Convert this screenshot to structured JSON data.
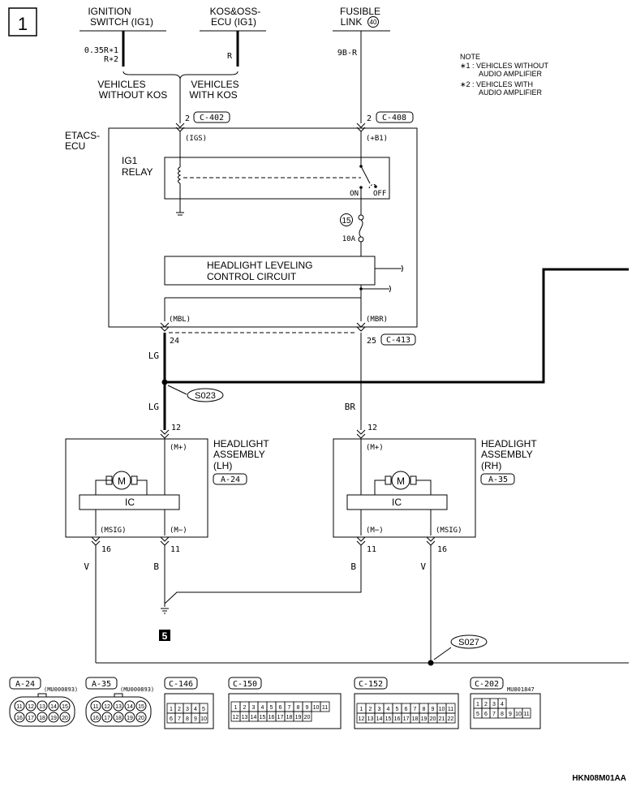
{
  "page_number": "1",
  "ground_number": "5",
  "figure_code": "HKN08M01AA",
  "sources": {
    "ig_switch": [
      "IGNITION",
      "SWITCH (IG1)"
    ],
    "kos_ecu": [
      "KOS&OSS-",
      "ECU (IG1)"
    ],
    "fusible_link": [
      "FUSIBLE",
      "LINK"
    ],
    "fusible_link_no": "40"
  },
  "wire_labels": {
    "ig_wire_1": "0.35R∗1",
    "ig_wire_2": "R∗2",
    "kos_wire": "R",
    "fusible_wire": "9B-R",
    "lg_upper": "LG",
    "lg_lower": "LG",
    "br": "BR",
    "v_left": "V",
    "b_left": "B",
    "b_right": "B",
    "v_right": "V"
  },
  "variants": {
    "without_kos": [
      "VEHICLES",
      "WITHOUT KOS"
    ],
    "with_kos": [
      "VEHICLES",
      "WITH KOS"
    ]
  },
  "note": {
    "title": "NOTE",
    "lines": [
      "∗1 : VEHICLES WITHOUT",
      "AUDIO AMPLIFIER",
      "∗2 : VEHICLES WITH",
      "AUDIO AMPLIFIER"
    ]
  },
  "etacs": {
    "name": [
      "ETACS-",
      "ECU"
    ],
    "pin_igs": "2",
    "conn_igs": "C-402",
    "term_igs": "(IGS)",
    "pin_b1": "2",
    "conn_b1": "C-408",
    "term_b1": "(+B1)",
    "relay": [
      "IG1",
      "RELAY"
    ],
    "relay_on": "ON",
    "relay_off": "OFF",
    "fuse_no": "15",
    "fuse_rating": "10A",
    "leveling": [
      "HEADLIGHT LEVELING",
      "CONTROL CIRCUIT"
    ],
    "term_mbl": "(MBL)",
    "term_mbr": "(MBR)",
    "pin_mbl": "24",
    "pin_mbr": "25",
    "conn_out": "C-413"
  },
  "splices": {
    "s023": "S023",
    "s027": "S027"
  },
  "headlight_lh": {
    "name": [
      "HEADLIGHT",
      "ASSEMBLY",
      "(LH)"
    ],
    "connector": "A-24",
    "pin_plus": "12",
    "term_plus": "(M+)",
    "ic": "IC",
    "motor": "M",
    "term_msig": "(MSIG)",
    "term_minus": "(M−)",
    "pin_msig": "16",
    "pin_minus": "11"
  },
  "headlight_rh": {
    "name": [
      "HEADLIGHT",
      "ASSEMBLY",
      "(RH)"
    ],
    "connector": "A-35",
    "pin_plus": "12",
    "term_plus": "(M+)",
    "ic": "IC",
    "motor": "M",
    "term_minus": "(M−)",
    "term_msig": "(MSIG)",
    "pin_minus": "11",
    "pin_msig": "16"
  },
  "connectors": {
    "a24": {
      "label": "A-24",
      "part": "(MU000893)",
      "rows": [
        [
          "11",
          "12",
          "13",
          "14",
          "15"
        ],
        [
          "16",
          "17",
          "18",
          "19",
          "20"
        ]
      ]
    },
    "a35": {
      "label": "A-35",
      "part": "(MU000893)",
      "rows": [
        [
          "11",
          "12",
          "13",
          "14",
          "15"
        ],
        [
          "16",
          "17",
          "18",
          "19",
          "20"
        ]
      ]
    },
    "c146": {
      "label": "C-146",
      "rows": [
        [
          "1",
          "2",
          "3",
          "4",
          "5"
        ],
        [
          "6",
          "7",
          "8",
          "9",
          "10"
        ]
      ]
    },
    "c150": {
      "label": "C-150",
      "rows": [
        [
          "1",
          "2",
          "3",
          "4",
          "5",
          "6",
          "7",
          "8",
          "9",
          "10",
          "11"
        ],
        [
          "12",
          "13",
          "14",
          "15",
          "16",
          "17",
          "18",
          "19",
          "20"
        ]
      ]
    },
    "c152": {
      "label": "C-152",
      "rows": [
        [
          "1",
          "2",
          "3",
          "4",
          "5",
          "6",
          "7",
          "8",
          "9",
          "10",
          "11"
        ],
        [
          "12",
          "13",
          "14",
          "15",
          "16",
          "17",
          "18",
          "19",
          "20",
          "21",
          "22"
        ]
      ]
    },
    "c202": {
      "label": "C-202",
      "part": "MU801847",
      "rows": [
        [
          "1",
          "2",
          "3",
          "4"
        ],
        [
          "5",
          "6",
          "7",
          "8",
          "9",
          "10",
          "11"
        ]
      ]
    }
  }
}
